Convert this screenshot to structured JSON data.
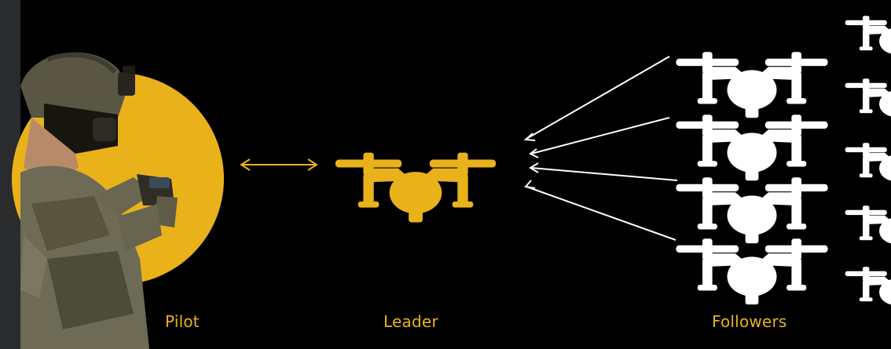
{
  "labels": {
    "pilot": "Pilot",
    "leader": "Leader",
    "followers": "Followers"
  },
  "colors": {
    "background": "#000000",
    "accent": "#e9b21b",
    "follower": "#ffffff",
    "left_edge": "#2a2b2d"
  },
  "icons": {
    "pilot": "soldier-pilot-photo",
    "leader": "leader-drone-icon",
    "followers": "follower-drone-icon",
    "link": "bidirectional-arrow",
    "command": "command-arrow"
  },
  "counts": {
    "followers_front_column": 4,
    "followers_back_column": 5
  }
}
